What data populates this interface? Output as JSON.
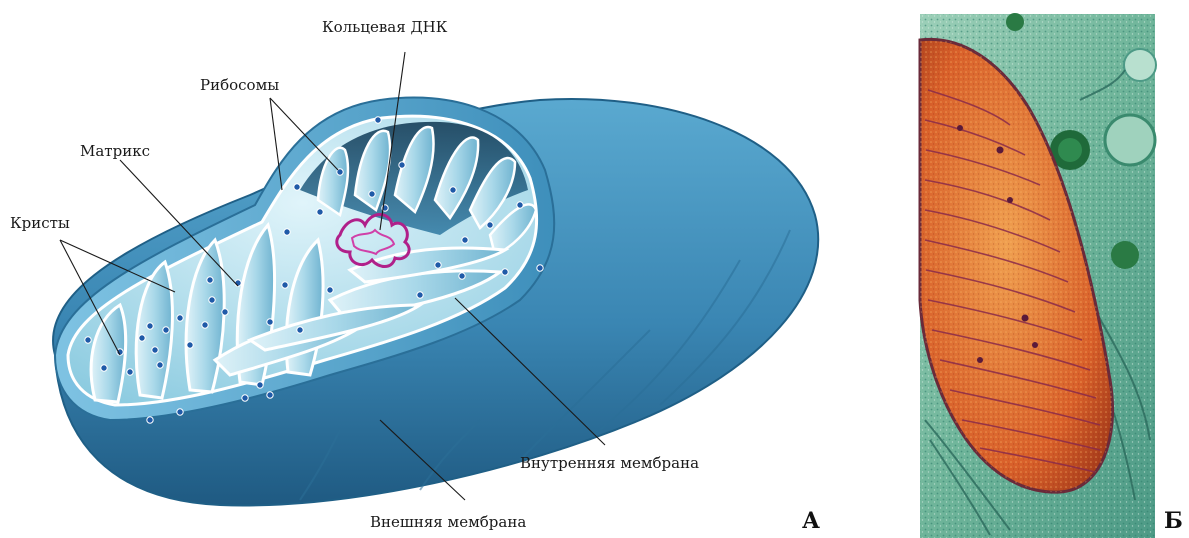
{
  "labels": {
    "dna": "Кольцевая ДНК",
    "ribosomes": "Рибосомы",
    "matrix": "Матрикс",
    "cristae": "Кристы",
    "inner_membrane": "Внутренняя мембрана",
    "outer_membrane": "Внешняя мембрана"
  },
  "panels": {
    "a": "А",
    "b": "Б"
  },
  "colors": {
    "membrane_blue": "#3f8fb8",
    "membrane_dark": "#1f5f86",
    "matrix_light": "#bfe4ef",
    "ribosome": "#1f5aa8",
    "dna": "#b0208a",
    "micrograph_orange": "#d9602a",
    "cytoplasm_green": "#6fb59a"
  },
  "icons": {
    "panel_a": "mitochondrion-cutaway-diagram",
    "panel_b": "mitochondrion-electron-micrograph"
  }
}
